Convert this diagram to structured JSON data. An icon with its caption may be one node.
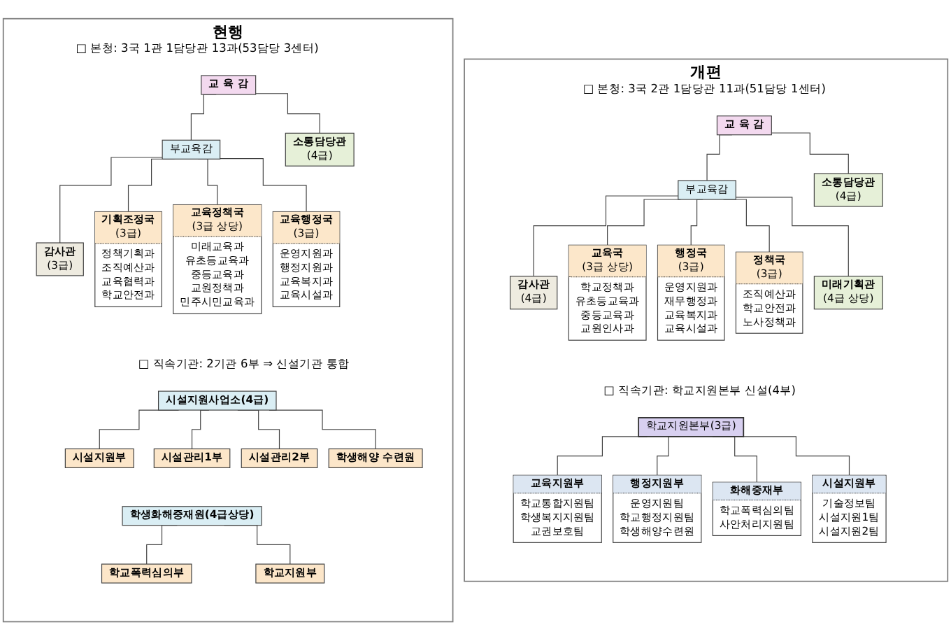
{
  "diagram": {
    "nodes": [
      {
        "text": [
          "현행"
        ]
      },
      {
        "text": [
          "교 육 감"
        ],
        "in": 0
      },
      {
        "text": [
          "소통담당관",
          "(4급)"
        ],
        "in": 0
      },
      {
        "text": [
          "부교육감"
        ],
        "in": 0
      },
      {
        "text": [
          "감사관",
          "(3급)"
        ],
        "in": 0
      },
      {
        "text": [
          "기획조정국",
          "(3급)",
          "정책기획과",
          "조직예산과",
          "교육협력과",
          "학교안전과"
        ],
        "in": 0
      },
      {
        "text": [
          "교육정책국",
          "(3급 상당)",
          "미래교육과",
          "유초등교육과",
          "중등교육과",
          "교원정책과",
          "민주시민교육과"
        ],
        "in": 0
      },
      {
        "text": [
          "교육행정국",
          "(3급)",
          "운영지원과",
          "행정지원과",
          "교육복지과",
          "교육시설과"
        ],
        "in": 0
      },
      {
        "text": [
          "시설지원사업소(4급)"
        ],
        "in": 0
      },
      {
        "text": [
          "시설지원부"
        ],
        "in": 0
      },
      {
        "text": [
          "시설관리1부"
        ],
        "in": 0
      },
      {
        "text": [
          "시설관리2부"
        ],
        "in": 0
      },
      {
        "text": [
          "학생해양 수련원"
        ],
        "in": 0
      },
      {
        "text": [
          "학생화해중재원(4급상당)"
        ],
        "in": 0
      },
      {
        "text": [
          "학교폭력심의부"
        ],
        "in": 0
      },
      {
        "text": [
          "학교지원부"
        ],
        "in": 0
      },
      {
        "text": [
          "개편"
        ]
      },
      {
        "text": [
          "교 육 감"
        ],
        "in": 16
      },
      {
        "text": [
          "소통담당관",
          "(4급)"
        ],
        "in": 16
      },
      {
        "text": [
          "부교육감"
        ],
        "in": 16
      },
      {
        "text": [
          "감사관",
          "(4급)"
        ],
        "in": 16
      },
      {
        "text": [
          "미래기획관",
          "(4급 상당)"
        ],
        "in": 16
      },
      {
        "text": [
          "교육국",
          "(3급 상당)",
          "학교정책과",
          "유초등교육과",
          "중등교육과",
          "교원인사과"
        ],
        "in": 16
      },
      {
        "text": [
          "행정국",
          "(3급)",
          "운영지원과",
          "재무행정과",
          "교육복지과",
          "교육시설과"
        ],
        "in": 16
      },
      {
        "text": [
          "정책국",
          "(3급)",
          "조직예산과",
          "학교안전과",
          "노사정책과"
        ],
        "in": 16
      },
      {
        "text": [
          "학교지원본부(3급)"
        ],
        "in": 16
      },
      {
        "text": [
          "교육지원부",
          "학교통합지원팀",
          "학생복지지원팀",
          "교권보호팀"
        ],
        "in": 16
      },
      {
        "text": [
          "행정지원부",
          "운영지원팀",
          "학교행정지원팀",
          "학생해양수련원"
        ],
        "in": 16
      },
      {
        "text": [
          "화해중재부",
          "학교폭력심의팀",
          "사안처리지원팀"
        ],
        "in": 16
      },
      {
        "text": [
          "시설지원부",
          "기술정보팀",
          "시설지원1팀",
          "시설지원2팀"
        ],
        "in": 16
      }
    ],
    "edges": [
      {
        "from": 1,
        "to": 3,
        "arrow": "none"
      },
      {
        "from": 1,
        "to": 2,
        "arrow": "none"
      },
      {
        "from": 3,
        "to": 4,
        "arrow": "none"
      },
      {
        "from": 3,
        "to": 5,
        "arrow": "none"
      },
      {
        "from": 3,
        "to": 6,
        "arrow": "none"
      },
      {
        "from": 3,
        "to": 7,
        "arrow": "none"
      },
      {
        "from": 8,
        "to": 9,
        "arrow": "none"
      },
      {
        "from": 8,
        "to": 10,
        "arrow": "none"
      },
      {
        "from": 8,
        "to": 11,
        "arrow": "none"
      },
      {
        "from": 8,
        "to": 12,
        "arrow": "none"
      },
      {
        "from": 13,
        "to": 14,
        "arrow": "none"
      },
      {
        "from": 13,
        "to": 15,
        "arrow": "none"
      },
      {
        "from": 17,
        "to": 19,
        "arrow": "none"
      },
      {
        "from": 17,
        "to": 18,
        "arrow": "none"
      },
      {
        "from": 19,
        "to": 20,
        "arrow": "none"
      },
      {
        "from": 19,
        "to": 22,
        "arrow": "none"
      },
      {
        "from": 19,
        "to": 23,
        "arrow": "none"
      },
      {
        "from": 19,
        "to": 24,
        "arrow": "none"
      },
      {
        "from": 19,
        "to": 21,
        "arrow": "none"
      },
      {
        "from": 25,
        "to": 26,
        "arrow": "none"
      },
      {
        "from": 25,
        "to": 27,
        "arrow": "none"
      },
      {
        "from": 25,
        "to": 28,
        "arrow": "none"
      },
      {
        "from": 25,
        "to": 29,
        "arrow": "none"
      }
    ],
    "labels": [
      "□ 본청: 3국 1관 1담당관 13과(53담당 3센터)",
      "□ 본청: 3국 2관 1담당관 11과(51담당 1센터)",
      "□ 직속기관: 2기관 6부 ⇒ 신설기관 통합",
      "□ 직속기관: 학교지원본부 신설(4부)"
    ]
  }
}
